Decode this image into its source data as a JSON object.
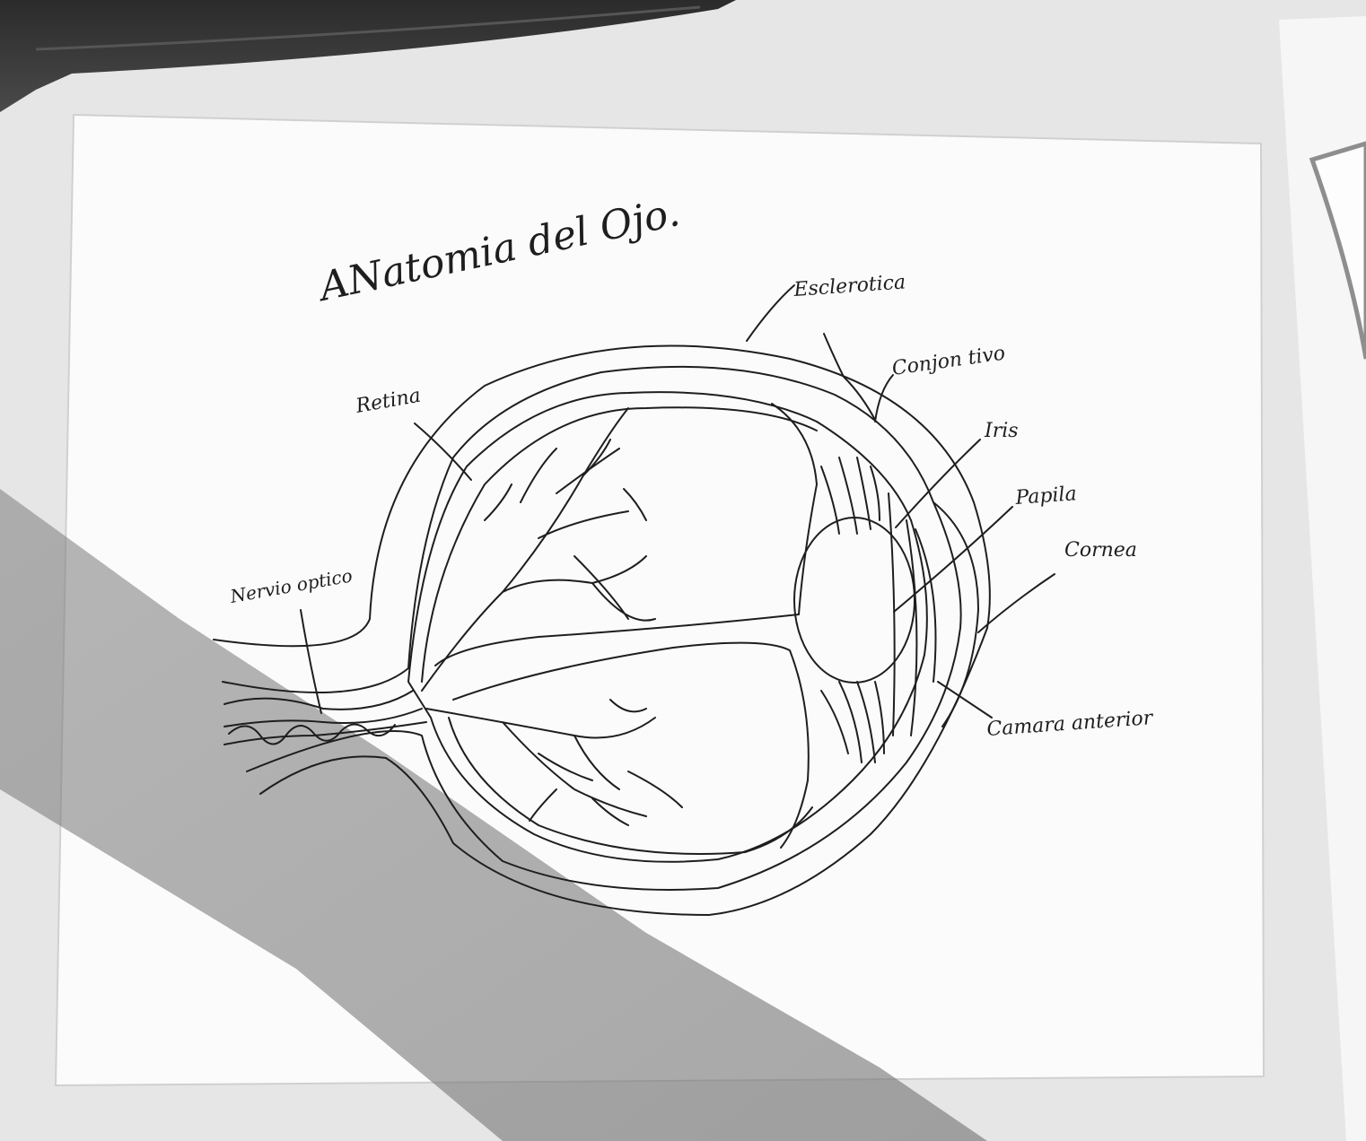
{
  "diagram": {
    "title": "ANatomia del Ojo.",
    "labels": {
      "esclerotica": "Esclerotica",
      "conjuntiva": "Conjon tivo",
      "retina": "Retina",
      "iris": "Iris",
      "pupila": "Papila",
      "cornea": "Cornea",
      "nervio_optico": "Nervio optico",
      "camara_anterior": "Camara anterior"
    }
  },
  "colors": {
    "paper": "#fbfbfb",
    "ink": "#1e1e1e",
    "shadow": "#8a8a8a",
    "desk": "#e9e9e9",
    "tablet_frame": "#3a3a3a"
  }
}
